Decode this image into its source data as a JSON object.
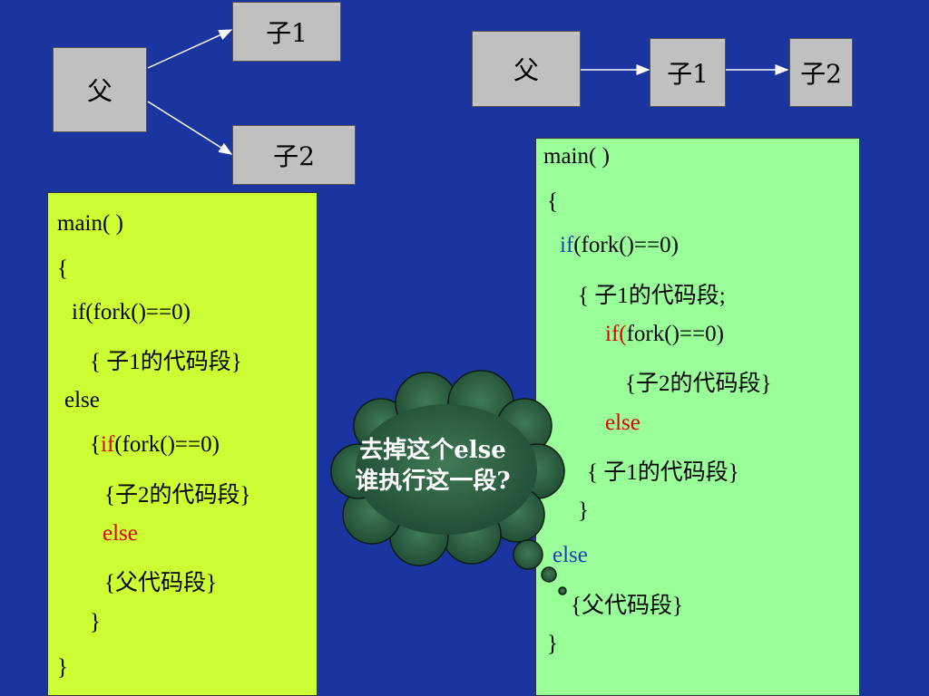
{
  "tree1": {
    "parent": "父",
    "child1": "子1",
    "child2": "子2"
  },
  "tree2": {
    "parent": "父",
    "child1": "子1",
    "child2": "子2"
  },
  "code_left": [
    {
      "text": "main( )"
    },
    {
      "text": "{"
    },
    {
      "text": "if(fork()==0)"
    },
    {
      "text": "{ 子1的代码段}"
    },
    {
      "text": "else"
    },
    {
      "pre": "{",
      "kw": "if",
      "post": "(fork()==0)"
    },
    {
      "text": "{子2的代码段}"
    },
    {
      "kw": "else"
    },
    {
      "text": "{父代码段}"
    },
    {
      "text": "}"
    },
    {
      "text": "}"
    }
  ],
  "code_right": [
    {
      "text": "main( )"
    },
    {
      "text": "{"
    },
    {
      "kw": "if",
      "post": "(fork()==0)"
    },
    {
      "text": "{ 子1的代码段;"
    },
    {
      "kw": "if(",
      "post": "fork()==0)"
    },
    {
      "text": "{子2的代码段}"
    },
    {
      "kw": "else"
    },
    {
      "text": "{ 子1的代码段}"
    },
    {
      "text": "}"
    },
    {
      "kw": "else"
    },
    {
      "text": "{父代码段}"
    },
    {
      "text": "}"
    }
  ],
  "callout": {
    "line1": "去掉这个else",
    "line2": "谁执行这一段?"
  },
  "colors": {
    "background": "#1a35a0",
    "left_panel": "#ccff33",
    "right_panel": "#99ff99",
    "node": "#c0c0c0",
    "keyword_red": "#e00000",
    "keyword_blue": "#1f3fb8",
    "cloud": "#2f5e42"
  }
}
